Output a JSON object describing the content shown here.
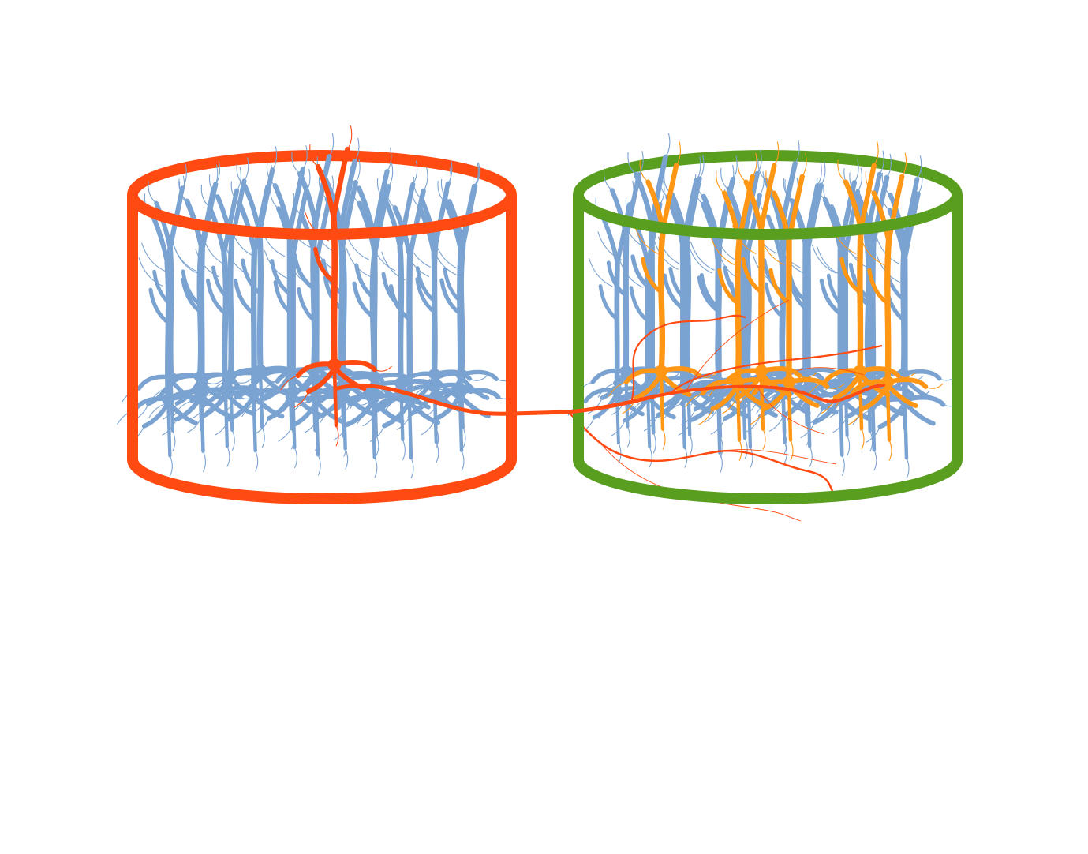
{
  "diagram": {
    "colors": {
      "background": "#ffffff",
      "left_cylinder": "#ff4a12",
      "right_cylinder": "#5a9e20",
      "background_neurons": "#7ba3d1",
      "highlighted_neuron": "#ff4a12",
      "target_neurons": "#ff9614",
      "axon": "#ff4a12"
    },
    "cylinders": [
      {
        "name": "left-cylinder",
        "color_key": "left_cylinder",
        "contains": "projecting-neuron"
      },
      {
        "name": "right-cylinder",
        "color_key": "right_cylinder",
        "contains": "target-neurons"
      }
    ],
    "neuron_counts": {
      "left_background": 22,
      "right_background": 20,
      "right_targets": 6,
      "left_highlighted": 1
    },
    "connection": {
      "from": "left-cylinder",
      "to": "right-cylinder",
      "kind": "axon-projection"
    }
  }
}
